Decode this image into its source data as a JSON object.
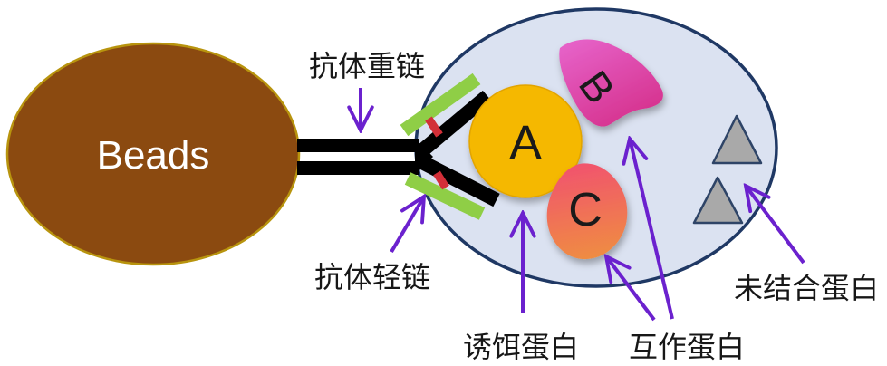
{
  "beads": {
    "label": "Beads"
  },
  "antibody": {
    "heavy_chain_label": "抗体重链",
    "light_chain_label": "抗体轻链"
  },
  "proteins": {
    "bait_letter": "A",
    "bait_label": "诱饵蛋白",
    "interacting_letter_b": "B",
    "interacting_letter_c": "C",
    "interacting_label": "互作蛋白",
    "unbound_label": "未结合蛋白"
  },
  "colors": {
    "beads_fill": "#8B4A10",
    "beads_stroke": "#B8940E",
    "beads_text": "#FFFFFF",
    "cell_fill": "#DBE2F1",
    "cell_stroke": "#1F3864",
    "bait_fill": "#F5B800",
    "bait_stroke": "#E2A400",
    "protein_b_top": "#E765CC",
    "protein_b_bottom": "#D6338F",
    "protein_c_top": "#F1536E",
    "protein_c_bottom": "#EF8C42",
    "unbound_fill": "#A9A9A9",
    "unbound_stroke": "#2E4467",
    "arrow": "#6B21CE",
    "heavy_chain_black": "#000000",
    "light_chain_green": "#8FCE46",
    "disulfide_red": "#D22F38",
    "label_text": "#171717",
    "letter_text": "#1A1A1A"
  }
}
